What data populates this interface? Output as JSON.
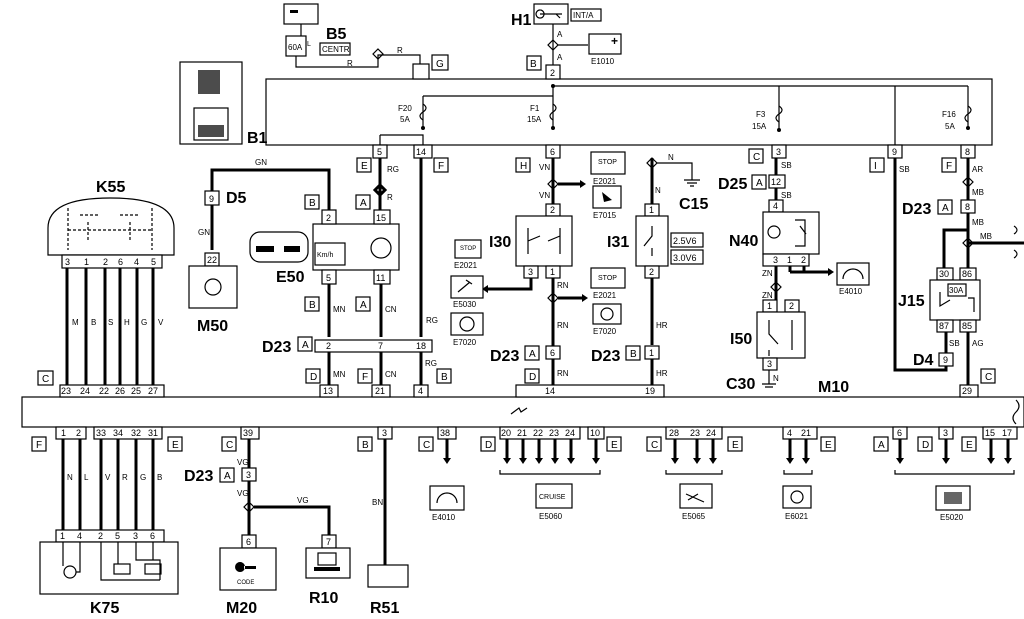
{
  "components": {
    "B1": "B1",
    "B5": "B5",
    "H1": "H1",
    "K55": "K55",
    "D5": "D5",
    "M50": "M50",
    "E50": "E50",
    "I30": "I30",
    "I31": "I31",
    "C15": "C15",
    "N40": "N40",
    "D25": "D25",
    "D23_right": "D23",
    "J15": "J15",
    "D4": "D4",
    "I50": "I50",
    "C30": "C30",
    "M10": "M10",
    "K75": "K75",
    "M20": "M20",
    "R10": "R10",
    "R51": "R51"
  },
  "d23_labels": {
    "left": "D23",
    "mid1": "D23",
    "mid2": "D23",
    "bottom": "D23"
  },
  "refs": {
    "E1010": "E1010",
    "E2021_a": "E2021",
    "E7015": "E7015",
    "E2021_b": "E2021",
    "E5030": "E5030",
    "E7020_a": "E7020",
    "E2021_c": "E2021",
    "E7020_b": "E7020",
    "E4010_a": "E4010",
    "E4010_b": "E4010",
    "E5060": "E5060",
    "E5065": "E5065",
    "E6021": "E6021",
    "E5020": "E5020"
  },
  "boxes": {
    "G": "G",
    "B_h1": "B",
    "E_rg": "E",
    "F_14": "F",
    "H_6": "H",
    "C_3": "C",
    "I_9": "I",
    "F_8": "F",
    "A_d25": "A",
    "A_d23r": "A",
    "B_e50t": "B",
    "A_e50": "A",
    "B_e50b": "B",
    "A_d23l": "A",
    "D_13": "D",
    "F_21": "F",
    "B_4": "B",
    "A_d23m": "A",
    "B_d23m": "B",
    "D_14": "D",
    "C_29": "C",
    "C_left": "C",
    "F_bl": "F",
    "E_bl": "E",
    "C_39": "C",
    "A_d23b": "A",
    "B_3": "B",
    "C_38": "C",
    "D_20": "D",
    "E_10": "E",
    "C_28": "C",
    "E_24": "E",
    "E_21": "E",
    "A_6": "A",
    "D_3": "D",
    "E_15": "E"
  },
  "texts": {
    "fuse_60a": "60A",
    "centr": "CENTR",
    "int_a": "INT/A",
    "f20": "F20",
    "f20_amp": "5A",
    "f1": "F1",
    "f1_amp": "15A",
    "f3": "F3",
    "f3_amp": "15A",
    "f16": "F16",
    "f16_amp": "5A",
    "v25": "2.5V6",
    "v30": "3.0V6",
    "code": "CODE",
    "cruise": "CRUISE",
    "kmh": "Km/h",
    "j15_30a": "30A",
    "stop": "STOP"
  },
  "wires": {
    "R1": "R",
    "R2": "R",
    "A1": "A",
    "A2": "A",
    "GN1": "GN",
    "GN2": "GN",
    "RG1": "RG",
    "R3": "R",
    "MN1": "MN",
    "CN1": "CN",
    "RG2": "RG",
    "MN2": "MN",
    "CN2": "CN",
    "RG3": "RG",
    "VN1": "VN",
    "VN2": "VN",
    "RN1": "RN",
    "RN2": "RN",
    "RN3": "RN",
    "N1": "N",
    "N2": "N",
    "HR1": "HR",
    "HR2": "HR",
    "SB1": "SB",
    "SB2": "SB",
    "ZN1": "ZN",
    "ZN2": "ZN",
    "N3": "N",
    "SB3": "SB",
    "AR": "AR",
    "MB1": "MB",
    "MB2": "MB",
    "MB3": "MB",
    "SB4": "SB",
    "AG": "AG",
    "M": "M",
    "B": "B",
    "S": "S",
    "H": "H",
    "G": "G",
    "V": "V",
    "N4": "N",
    "L": "L",
    "V2": "V",
    "R4": "R",
    "G2": "G",
    "B2": "B",
    "VG1": "VG",
    "VG2": "VG",
    "VG3": "VG",
    "BN": "BN"
  },
  "pins": {
    "b5_l": "L",
    "h1_2": "2",
    "b1_5": "5",
    "b1_14": "14",
    "b1_6": "6",
    "b1_3": "3",
    "b1_9": "9",
    "b1_8": "8",
    "d5_9": "9",
    "m50_22": "22",
    "e50_2": "2",
    "e50_15": "15",
    "e50_5": "5",
    "e50_11": "11",
    "d23l_2": "2",
    "d23l_7": "7",
    "d23l_18": "18",
    "m10_13": "13",
    "m10_21": "21",
    "m10_4": "4",
    "i30_2": "2",
    "i30_3": "3",
    "i30_1": "1",
    "i31_1": "1",
    "i31_2": "2",
    "d23m_6": "6",
    "d23m_1": "1",
    "m10_14": "14",
    "m10_19": "19",
    "d25_12": "12",
    "n40_4": "4",
    "n40_3": "3",
    "n40_1": "1",
    "n40_2": "2",
    "i50_1": "1",
    "i50_2": "2",
    "i50_3": "3",
    "d23r_8": "8",
    "j15_30": "30",
    "j15_86": "86",
    "j15_87": "87",
    "j15_85": "85",
    "d4_9": "9",
    "m10_29": "29",
    "k55_3": "3",
    "k55_1": "1",
    "k55_2": "2",
    "k55_6": "6",
    "k55_4": "4",
    "k55_5": "5",
    "m10t_23": "23",
    "m10t_24": "24",
    "m10t_22": "22",
    "m10t_26": "26",
    "m10t_25": "25",
    "m10t_27": "27",
    "b_1": "1",
    "b_2": "2",
    "b_33": "33",
    "b_34": "34",
    "b_32": "32",
    "b_31": "31",
    "k75_1": "1",
    "k75_4": "4",
    "k75_2": "2",
    "k75_5": "5",
    "k75_3": "3",
    "k75_6": "6",
    "b_39": "39",
    "d23b_3": "3",
    "m20_6": "6",
    "r10_7": "7",
    "b_3": "3",
    "b_38": "38",
    "b_20": "20",
    "b_21": "21",
    "b_22": "22",
    "b_23": "23",
    "b_24": "24",
    "b_10": "10",
    "b_28": "28",
    "b_23b": "23",
    "b_24b": "24",
    "b_4": "4",
    "b_21b": "21",
    "b_6": "6",
    "b_3b": "3",
    "b_15": "15",
    "b_17": "17"
  }
}
